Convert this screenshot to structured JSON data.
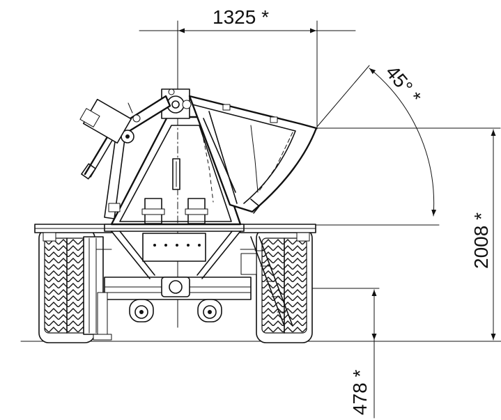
{
  "dimensions": {
    "top_width": "1325 *",
    "tilt_angle": "45° *",
    "right_height": "2008 *",
    "bottom_clearance": "478 *"
  },
  "colors": {
    "line": "#111111",
    "background": "#ffffff"
  },
  "icons": [
    "tire-left",
    "tire-right",
    "axle-wheel-left",
    "axle-wheel-right",
    "tilting-tub",
    "hydraulic-cylinder",
    "ladder"
  ]
}
